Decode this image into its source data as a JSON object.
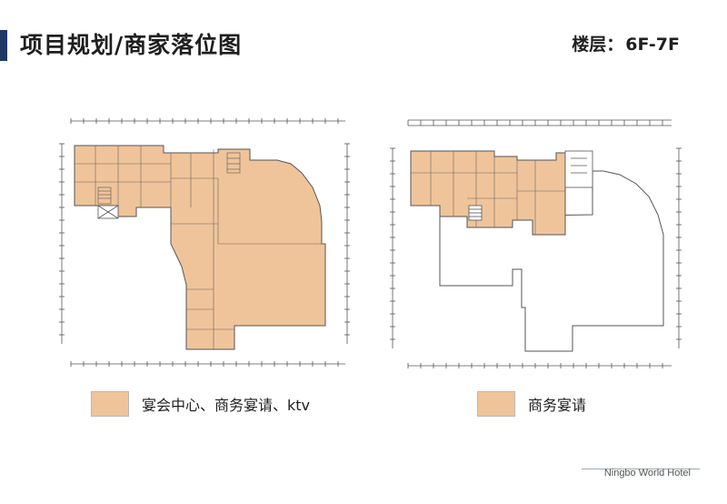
{
  "header": {
    "title": "项目规划/商家落位图",
    "floor_label": "楼层：",
    "floor_value": "6F-7F"
  },
  "plans": {
    "left": {
      "fill_color": "#f0c49a",
      "line_color": "#555555"
    },
    "right": {
      "fill_color": "#f0c49a",
      "line_color": "#555555"
    }
  },
  "legend": {
    "left": {
      "label": "宴会中心、商务宴请、ktv",
      "color": "#f0c49a"
    },
    "right": {
      "label": "商务宴请",
      "color": "#f0c49a"
    }
  },
  "footer": {
    "brand": "Ningbo World Hotel"
  }
}
